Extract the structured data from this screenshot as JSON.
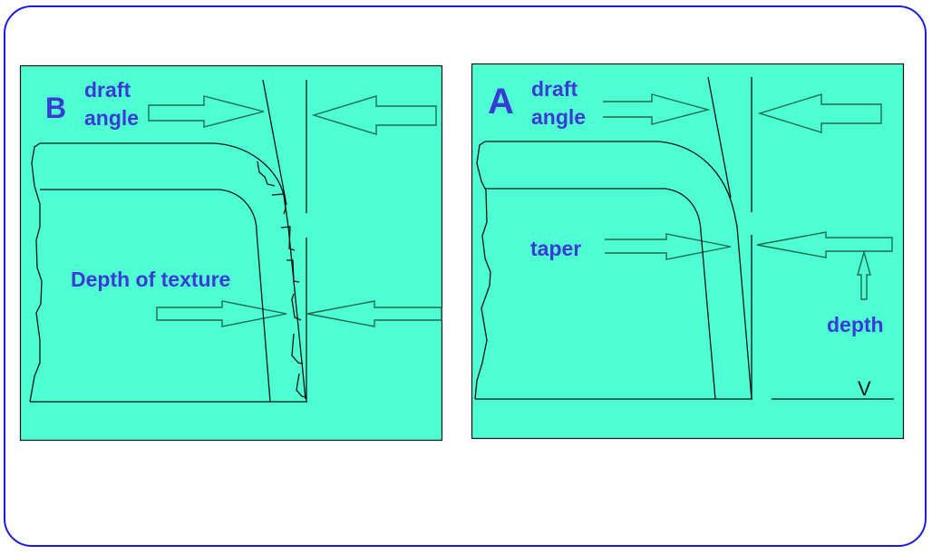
{
  "colors": {
    "panel_bg": "#4dffd2",
    "label": "#3a3ad4",
    "frame": "#1a1ae0"
  },
  "panel_b": {
    "letter": "B",
    "draft_label_1": "draft",
    "draft_label_2": "angle",
    "texture_label": "Depth of texture"
  },
  "panel_a": {
    "letter": "A",
    "draft_label_1": "draft",
    "draft_label_2": "angle",
    "taper_label": "taper",
    "depth_label": "depth",
    "depth_mark": "V"
  }
}
